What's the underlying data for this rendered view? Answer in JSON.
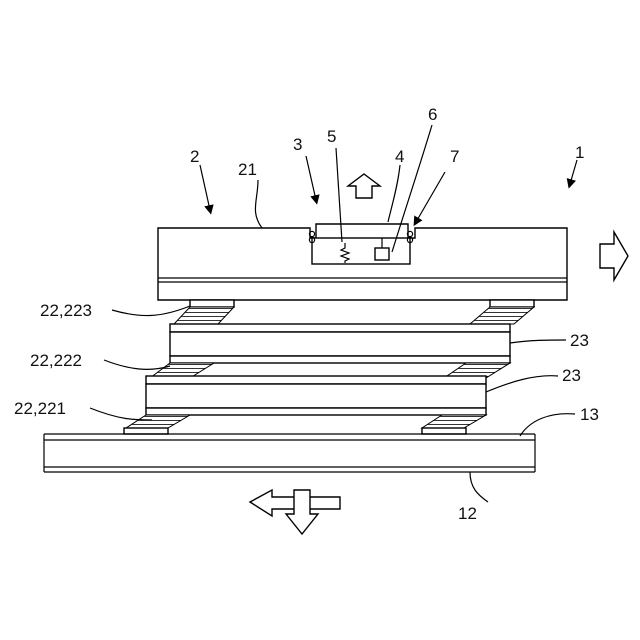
{
  "figure": {
    "labels": {
      "ref_1": "1",
      "ref_2": "2",
      "ref_3": "3",
      "ref_4": "4",
      "ref_5": "5",
      "ref_6": "6",
      "ref_7": "7",
      "ref_21": "21",
      "ref_22_223": "22,223",
      "ref_22_222": "22,222",
      "ref_22_221": "22,221",
      "ref_23_upper": "23",
      "ref_23_lower": "23",
      "ref_13": "13",
      "ref_12": "12"
    }
  }
}
